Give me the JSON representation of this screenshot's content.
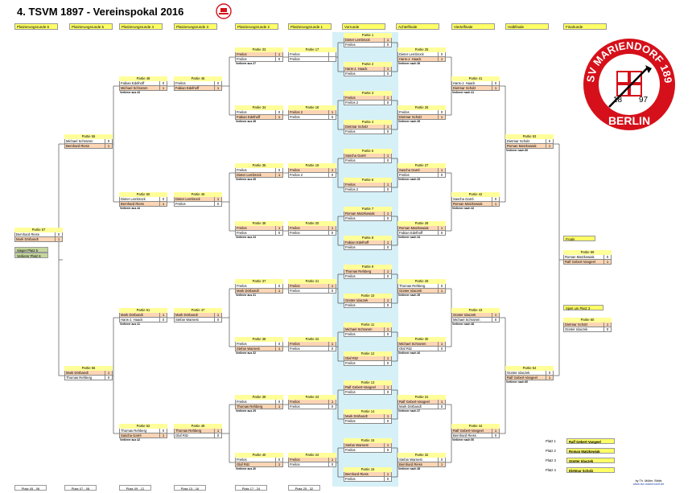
{
  "title": "4. TSVM 1897 - Vereinspokal 2016",
  "logo": {
    "top_text": "TSV MARIENDORF 1897",
    "bottom_text": "BERLIN",
    "year_left": "18",
    "year_right": "97",
    "colors": {
      "red": "#d5101a",
      "white": "#ffffff",
      "black": "#000000"
    }
  },
  "colors": {
    "header": "#ffff66",
    "match_title": "#ffff99",
    "loser_row": "#fcd5b4",
    "band": "#d6f0f8",
    "green": "#c4d79b"
  },
  "column_headers": [
    "Platzierungsrunde 6",
    "Platzierungsrunde 5",
    "Platzierungsrunde 4",
    "Platzierungsrunde 3",
    "Platzierungsrunde 2",
    "Platzierungsrunde 1",
    "Vorrunde",
    "Achtelfinale",
    "Viertelfinale",
    "Halbfinale",
    "Finalrunde"
  ],
  "matches": [
    {
      "id": "p1",
      "title": "Partie 1",
      "players": [
        "Dieter Lembrock",
        "Freilos"
      ],
      "scores": [
        "1",
        "0"
      ],
      "note": ""
    },
    {
      "id": "p2",
      "title": "Partie 2",
      "players": [
        "Hans-J. Haack",
        "Freilos"
      ],
      "scores": [
        "1",
        "0"
      ],
      "note": ""
    },
    {
      "id": "p3",
      "title": "Partie 3",
      "players": [
        "Freilos",
        "Freilos 2"
      ],
      "scores": [
        "1",
        "0"
      ],
      "note": ""
    },
    {
      "id": "p4",
      "title": "Partie 4",
      "players": [
        "Dietmar Scholz",
        "Freilos"
      ],
      "scores": [
        "1",
        "0"
      ],
      "note": ""
    },
    {
      "id": "p5",
      "title": "Partie 5",
      "players": [
        "Sascha Garré",
        "Freilos"
      ],
      "scores": [
        "1",
        "0"
      ],
      "note": ""
    },
    {
      "id": "p6",
      "title": "Partie 6",
      "players": [
        "Freilos",
        "Freilos 2"
      ],
      "scores": [
        "1",
        "0"
      ],
      "note": ""
    },
    {
      "id": "p7",
      "title": "Partie 7",
      "players": [
        "Roman Matzkowiak",
        "Freilos"
      ],
      "scores": [
        "1",
        "0"
      ],
      "note": ""
    },
    {
      "id": "p8",
      "title": "Partie 8",
      "players": [
        "Fabian Edelhoff",
        "Freilos"
      ],
      "scores": [
        "1",
        "0"
      ],
      "note": ""
    },
    {
      "id": "p9",
      "title": "Partie 9",
      "players": [
        "Thomas Rehberg",
        "Freilos"
      ],
      "scores": [
        "1",
        "0"
      ],
      "note": ""
    },
    {
      "id": "p10",
      "title": "Partie 10",
      "players": [
        "Günter Idaczek",
        "Freilos"
      ],
      "scores": [
        "1",
        "0"
      ],
      "note": ""
    },
    {
      "id": "p11",
      "title": "Partie 11",
      "players": [
        "Michael Schramm",
        "Freilos"
      ],
      "scores": [
        "1",
        "0"
      ],
      "note": ""
    },
    {
      "id": "p12",
      "title": "Partie 12",
      "players": [
        "Olaf Ritz",
        "Freilos"
      ],
      "scores": [
        "1",
        "0"
      ],
      "note": ""
    },
    {
      "id": "p13",
      "title": "Partie 13",
      "players": [
        "Ralf Gebert-Vangeel",
        "Freilos"
      ],
      "scores": [
        "1",
        "0"
      ],
      "note": ""
    },
    {
      "id": "p14",
      "title": "Partie 14",
      "players": [
        "Mark Dörbandt",
        "Freilos"
      ],
      "scores": [
        "1",
        "0"
      ],
      "note": ""
    },
    {
      "id": "p15",
      "title": "Partie 15",
      "players": [
        "Stefan Warnest",
        "Freilos"
      ],
      "scores": [
        "1",
        "0"
      ],
      "note": ""
    },
    {
      "id": "p16",
      "title": "Partie 16",
      "players": [
        "Bernhard Riess",
        "Freilos"
      ],
      "scores": [
        "1",
        "0"
      ],
      "note": ""
    },
    {
      "id": "p17",
      "title": "Partie 17",
      "players": [
        "Freilos",
        "Freilos"
      ],
      "scores": [
        "",
        ""
      ],
      "note": ""
    },
    {
      "id": "p18",
      "title": "Partie 18",
      "players": [
        "Freilos 2",
        "Freilos"
      ],
      "scores": [
        "1",
        "0"
      ],
      "note": ""
    },
    {
      "id": "p19",
      "title": "Partie 19",
      "players": [
        "Freilos",
        "Freilos 2"
      ],
      "scores": [
        "1",
        "0"
      ],
      "note": ""
    },
    {
      "id": "p20",
      "title": "Partie 20",
      "players": [
        "Freilos",
        "Freilos"
      ],
      "scores": [
        "1",
        "0"
      ],
      "note": ""
    },
    {
      "id": "p21",
      "title": "Partie 21",
      "players": [
        "Freilos",
        "Freilos"
      ],
      "scores": [
        "1",
        "0"
      ],
      "note": ""
    },
    {
      "id": "p22",
      "title": "Partie 22",
      "players": [
        "Freilos",
        "Freilos"
      ],
      "scores": [
        "1",
        "0"
      ],
      "note": ""
    },
    {
      "id": "p23",
      "title": "Partie 23",
      "players": [
        "Freilos",
        "Freilos"
      ],
      "scores": [
        "1",
        "0"
      ],
      "note": ""
    },
    {
      "id": "p24",
      "title": "Partie 24",
      "players": [
        "Freilos",
        "Freilos"
      ],
      "scores": [
        "1",
        "0"
      ],
      "note": ""
    },
    {
      "id": "p25",
      "title": "Partie 25",
      "players": [
        "Dieter Lembrock",
        "Hans-J. Haack"
      ],
      "scores": [
        "0",
        "1"
      ],
      "note": "Verlierer nach 36"
    },
    {
      "id": "p26",
      "title": "Partie 26",
      "players": [
        "Freilos",
        "Dietmar Scholz"
      ],
      "scores": [
        "0",
        "1"
      ],
      "note": "Verlierer nach 35"
    },
    {
      "id": "p27",
      "title": "Partie 27",
      "players": [
        "Sascha Garré",
        "Freilos"
      ],
      "scores": [
        "1",
        "0"
      ],
      "note": "Verlierer nach 33"
    },
    {
      "id": "p28",
      "title": "Partie 28",
      "players": [
        "Roman Matzkowiak",
        "Fabian Edelhoff"
      ],
      "scores": [
        "1",
        "0"
      ],
      "note": "Verlierer nach 34"
    },
    {
      "id": "p29",
      "title": "Partie 29",
      "players": [
        "Thomas Rehberg",
        "Günter Idaczek"
      ],
      "scores": [
        "0",
        "1"
      ],
      "note": "Verlierer nach 39"
    },
    {
      "id": "p30",
      "title": "Partie 30",
      "players": [
        "Michael Schramm",
        "Olaf Ritz"
      ],
      "scores": [
        "1",
        "0"
      ],
      "note": "Verlierer nach 40"
    },
    {
      "id": "p31",
      "title": "Partie 31",
      "players": [
        "Ralf Gebert-Vangeel",
        "Mark Dörbandt"
      ],
      "scores": [
        "1",
        "0"
      ],
      "note": "Verlierer nach 37"
    },
    {
      "id": "p32",
      "title": "Partie 32",
      "players": [
        "Stefan Warnest",
        "Bernhard Riess"
      ],
      "scores": [
        "0",
        "1"
      ],
      "note": "Verlierer nach 38"
    },
    {
      "id": "p33",
      "title": "Partie 33",
      "players": [
        "Freilos",
        "Freilos"
      ],
      "scores": [
        "1",
        "0"
      ],
      "note": "Verlierer aus 27"
    },
    {
      "id": "p34",
      "title": "Partie 34",
      "players": [
        "Freilos",
        "Fabian Edelhoff"
      ],
      "scores": [
        "0",
        "1"
      ],
      "note": "Verlierer aus 28"
    },
    {
      "id": "p35",
      "title": "Partie 35",
      "players": [
        "Freilos",
        "Dieter Lembrock"
      ],
      "scores": [
        "0",
        "1"
      ],
      "note": "Verlierer aus 26"
    },
    {
      "id": "p36",
      "title": "Partie 36",
      "players": [
        "Freilos",
        "Freilos"
      ],
      "scores": [
        "1",
        "0"
      ],
      "note": "Verlierer aus 24"
    },
    {
      "id": "p37",
      "title": "Partie 37",
      "players": [
        "Freilos",
        "Mark Dörbandt"
      ],
      "scores": [
        "0",
        "1"
      ],
      "note": "Verlierer aus 31"
    },
    {
      "id": "p38",
      "title": "Partie 38",
      "players": [
        "Freilos",
        "Stefan Warnest"
      ],
      "scores": [
        "0",
        "1"
      ],
      "note": "Verlierer aus 32"
    },
    {
      "id": "p39",
      "title": "Partie 39",
      "players": [
        "Freilos",
        "Thomas Rehberg"
      ],
      "scores": [
        "0",
        "1"
      ],
      "note": "Verlierer aus 29"
    },
    {
      "id": "p40",
      "title": "Partie 40",
      "players": [
        "Freilos",
        "Olaf Ritz"
      ],
      "scores": [
        "0",
        "1"
      ],
      "note": "Verlierer aus 30"
    },
    {
      "id": "p41",
      "title": "Partie 41",
      "players": [
        "Hans-J. Haack",
        "Dietmar Scholz"
      ],
      "scores": [
        "0",
        "1"
      ],
      "note": "Verlierer nach 41"
    },
    {
      "id": "p42",
      "title": "Partie 42",
      "players": [
        "Sascha Garré",
        "Roman Matzkowiak"
      ],
      "scores": [
        "0",
        "1"
      ],
      "note": "Verlierer nach 42"
    },
    {
      "id": "p43",
      "title": "Partie 43",
      "players": [
        "Günter Idaczek",
        "Michael Schramm"
      ],
      "scores": [
        "1",
        "0"
      ],
      "note": "Verlierer nach 48"
    },
    {
      "id": "p44",
      "title": "Partie 44",
      "players": [
        "Ralf Gebert-Vangeel",
        "Bernhard Riess"
      ],
      "scores": [
        "1",
        "0"
      ],
      "note": "Verlierer nach 50"
    },
    {
      "id": "p45",
      "title": "Partie 45",
      "players": [
        "Freilos",
        "Fabian Edelhoff"
      ],
      "scores": [
        "0",
        "1"
      ],
      "note": ""
    },
    {
      "id": "p46",
      "title": "Partie 46",
      "players": [
        "Dieter Lembrock",
        "Freilos"
      ],
      "scores": [
        "1",
        "0"
      ],
      "note": ""
    },
    {
      "id": "p47",
      "title": "Partie 47",
      "players": [
        "Mark Dörbandt",
        "Stefan Warnest"
      ],
      "scores": [
        "1",
        "0"
      ],
      "note": ""
    },
    {
      "id": "p48",
      "title": "Partie 48",
      "players": [
        "Thomas Rehberg",
        "Olaf Ritz"
      ],
      "scores": [
        "1",
        "0"
      ],
      "note": ""
    },
    {
      "id": "p49",
      "title": "Partie 49",
      "players": [
        "Fabian Edelhoff",
        "Michael Schramm"
      ],
      "scores": [
        "0",
        "1"
      ],
      "note": "Verlierer aus 43"
    },
    {
      "id": "p50",
      "title": "Partie 50",
      "players": [
        "Dieter Lembrock",
        "Bernhard Riess"
      ],
      "scores": [
        "0",
        "1"
      ],
      "note": "Verlierer aus 44"
    },
    {
      "id": "p51",
      "title": "Partie 51",
      "players": [
        "Mark Dörbandt",
        "Hans-J. Haack"
      ],
      "scores": [
        "1",
        "0"
      ],
      "note": "Verlierer aus 41"
    },
    {
      "id": "p52",
      "title": "Partie 52",
      "players": [
        "Thomas Rehberg",
        "Sascha Garré"
      ],
      "scores": [
        "0",
        "1"
      ],
      "note": "Verlierer aus 42"
    },
    {
      "id": "p53",
      "title": "Partie 53",
      "players": [
        "Dietmar Scholz",
        "Roman Matzkowiak"
      ],
      "scores": [
        "0",
        "1"
      ],
      "note": "Verlierer nach 60"
    },
    {
      "id": "p54",
      "title": "Partie 54",
      "players": [
        "Günter Idaczek",
        "Ralf Gebert-Vangeel"
      ],
      "scores": [
        "0",
        "1"
      ],
      "note": "Verlierer nach 60"
    },
    {
      "id": "p55",
      "title": "Partie 55",
      "players": [
        "Michael Schramm",
        "Bernhard Riess"
      ],
      "scores": [
        "0",
        "1"
      ],
      "note": ""
    },
    {
      "id": "p56",
      "title": "Partie 56",
      "players": [
        "Mark Dörbandt",
        "Thomas Rehberg"
      ],
      "scores": [
        "1",
        "0"
      ],
      "note": ""
    },
    {
      "id": "p57",
      "title": "Partie 57",
      "players": [
        "Bernhard Riess",
        "Mark Dörbandt"
      ],
      "scores": [
        "0",
        "1"
      ],
      "note": ""
    },
    {
      "id": "p59",
      "title": "Partie 59",
      "players": [
        "Roman Matzkowiak",
        "Ralf Gebert-Vangeel"
      ],
      "scores": [
        "0",
        "1"
      ],
      "note": ""
    },
    {
      "id": "p60",
      "title": "Partie 60",
      "players": [
        "Dietmar Scholz",
        "Günter Idaczek"
      ],
      "scores": [
        "1",
        "0"
      ],
      "note": ""
    }
  ],
  "labels": {
    "sieger_platz5": "Sieger Platz 5",
    "verlierer_platz6": "Verlierer Platz 6",
    "finale": "Finale",
    "spiel_um_platz3": "Spiel um Platz 3"
  },
  "places": [
    {
      "label": "Platz 1",
      "name": "Ralf Gebert-Vangeel"
    },
    {
      "label": "Platz 2",
      "name": "Roman Matzkowiak"
    },
    {
      "label": "Platz 3",
      "name": "Günter Idaczek"
    },
    {
      "label": "Platz 4",
      "name": "Dietmar Scholz"
    }
  ],
  "footer_ranges": [
    "Platz 05 - 06",
    "Platz 07 - 08",
    "Platz 09 - 12",
    "Platz 13 - 16",
    "Platz 17 - 24",
    "Platz 25 - 32"
  ],
  "credit": {
    "author": "by Th. Müller, Biblis",
    "url": "www.tsv-mariendorf.de"
  }
}
